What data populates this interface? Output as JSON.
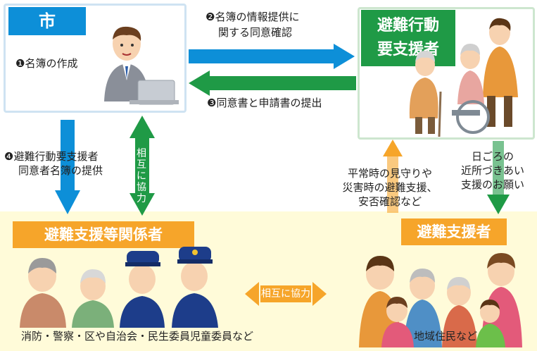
{
  "city": {
    "title": "市",
    "step1": "❶名簿の作成"
  },
  "target": {
    "title_line1": "避難行動",
    "title_line2": "要支援者"
  },
  "flow": {
    "step2_line1": "❷名簿の情報提供に",
    "step2_line2": "関する同意確認",
    "step3": "❸同意書と申請書の提出",
    "step4_line1": "❹避難行動要支援者",
    "step4_line2": "同意者名簿の提供",
    "mutual_vertical": "相互に協力",
    "watch_line1": "平常時の見守りや",
    "watch_line2": "災害時の避難支援、",
    "watch_line3": "安否確認など",
    "request_line1": "日ごろの",
    "request_line2": "近所づきあい",
    "request_line3": "支援のお願い"
  },
  "relations": {
    "title": "避難支援等関係者",
    "caption": "消防・警察・区や自治会・民生委員児童委員など"
  },
  "supporters": {
    "title": "避難支援者",
    "caption": "地域住民など"
  },
  "mutual_horizontal": "相互に協力",
  "colors": {
    "blue": "#0d8fd8",
    "green": "#1f9a46",
    "orange": "#f6a52a",
    "panel": "#fffbd9"
  }
}
